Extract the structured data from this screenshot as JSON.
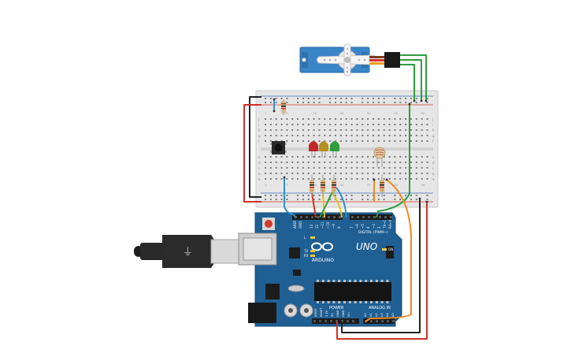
{
  "board": {
    "logo": "UNO",
    "brand": "ARDUINO",
    "digital_label": "DIGITAL (PWM~)",
    "power_label": "POWER",
    "analog_label": "ANALOG IN",
    "on_label": "ON",
    "l_label": "L",
    "tx_label": "TX",
    "rx_label": "RX",
    "aref_label": "AREF",
    "gnd_label": "GND",
    "pin13_label": "13",
    "pin12_label": "12",
    "pin11_label": "~11",
    "pin10_label": "~10",
    "pin9_label": "~9",
    "pin8_label": "8",
    "pin7_label": "7",
    "pin6_label": "~6",
    "pin5_label": "~5",
    "pin4_label": "4",
    "pin3_label": "~3",
    "pin2_label": "2",
    "tx1_label": "TX→1",
    "rx0_label": "RX←0",
    "ioref_label": "IOREF",
    "reset_label": "RESET",
    "v33_label": "3.3V",
    "v5_label": "5V",
    "gnd1_label": "GND",
    "gnd2_label": "GND",
    "vin_label": "Vin",
    "a0_label": "A0",
    "a1_label": "A1",
    "a2_label": "A2",
    "a3_label": "A3",
    "a4_label": "A4",
    "a5_label": "A5"
  },
  "breadboard": {
    "row_top_letters": [
      "j",
      "i",
      "h",
      "g",
      "f"
    ],
    "row_bottom_letters": [
      "e",
      "d",
      "c",
      "b",
      "a"
    ],
    "col_labels": [
      "1",
      "5",
      "10",
      "15",
      "20",
      "25",
      "30"
    ]
  },
  "components": {
    "leds": [
      "red",
      "yellow",
      "green"
    ],
    "colors": {
      "board_blue": "#1f5f93",
      "breadboard": "#e6e6e6",
      "servo_blue": "#3a85c8",
      "wire_red": "#d2302a",
      "wire_black": "#222222",
      "wire_green": "#2e9e3e",
      "wire_yellow": "#e8c21a",
      "wire_blue": "#2f8fd0",
      "wire_orange": "#f08a1c"
    }
  }
}
